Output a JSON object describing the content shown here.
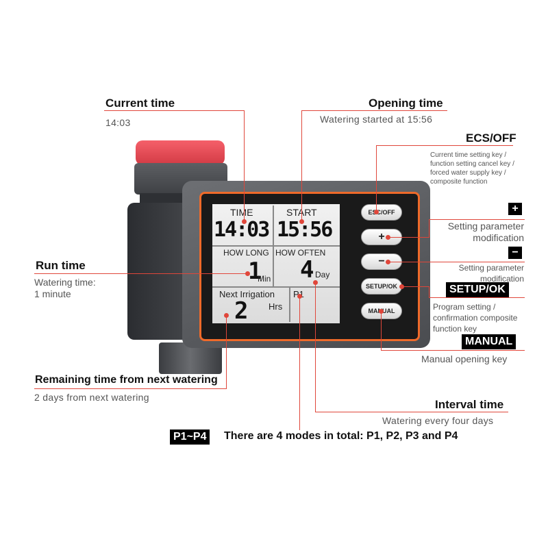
{
  "labels": {
    "current_time": {
      "title": "Current time",
      "sub": "14:03"
    },
    "opening_time": {
      "title": "Opening time",
      "sub": "Watering started at 15:56"
    },
    "esc_off": {
      "title": "ECS/OFF",
      "lines": [
        "Current time setting key /",
        "function setting cancel key /",
        "forced water supply key /",
        "composite function"
      ]
    },
    "plus": {
      "tag": "+",
      "lines": [
        "Setting parameter",
        "modification"
      ]
    },
    "minus": {
      "tag": "−",
      "lines": [
        "Setting parameter",
        "modification"
      ]
    },
    "setup_ok": {
      "tag": "SETUP/OK",
      "lines": [
        "Program setting /",
        "confirmation composite",
        "function key"
      ]
    },
    "manual": {
      "tag": "MANUAL",
      "line": "Manual opening key"
    },
    "run_time": {
      "title": "Run time",
      "lines": [
        "Watering time:",
        "1 minute"
      ]
    },
    "remaining": {
      "title": "Remaining time from next watering",
      "sub": "2 days from next watering"
    },
    "interval": {
      "title": "Interval time",
      "sub": "Watering every four days"
    },
    "modes": {
      "tag": "P1~P4",
      "text": "There are 4 modes in total: P1, P2, P3 and P4"
    }
  },
  "lcd": {
    "time_label": "TIME",
    "start_label": "START",
    "time_value": "14:03",
    "start_value": "15:56",
    "how_long_label": "HOW LONG",
    "how_often_label": "HOW OFTEN",
    "run_value": "1",
    "run_unit": "Min",
    "interval_value": "4",
    "interval_unit": "Day",
    "next_label": "Next Irrigation",
    "next_value": "2",
    "next_unit": "Hrs",
    "program": "P1"
  },
  "buttons": {
    "esc": "ESC/OFF",
    "plus": "+",
    "minus": "−",
    "setup": "SETUP/OK",
    "manual": "MANUAL"
  },
  "colors": {
    "accent": "#e0463a",
    "frame": "#ef6a2a",
    "cap": "#e8474f"
  }
}
